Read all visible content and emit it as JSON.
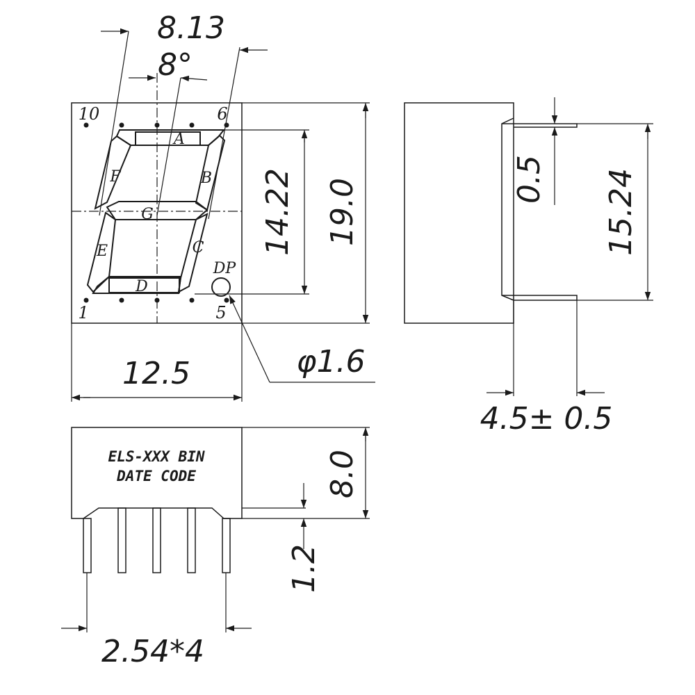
{
  "dimensions": {
    "digit_width": "8.13",
    "slant_angle": "8°",
    "segment_height": "14.22",
    "body_height": "19.0",
    "body_width": "12.5",
    "dp_diameter": "φ1.6",
    "lead_offset": "0.5",
    "pin_row_span": "15.24",
    "depth": "4.5± 0.5",
    "side_height": "8.0",
    "standoff": "1.2",
    "pin_pitch": "2.54*4"
  },
  "segments": {
    "a": "A",
    "b": "B",
    "c": "C",
    "d": "D",
    "e": "E",
    "f": "F",
    "g": "G",
    "dp": "DP"
  },
  "pins": {
    "p10": "10",
    "p6": "6",
    "p1": "1",
    "p5": "5"
  },
  "marking": {
    "line1": "ELS-XXX BIN",
    "line2": "DATE     CODE"
  }
}
